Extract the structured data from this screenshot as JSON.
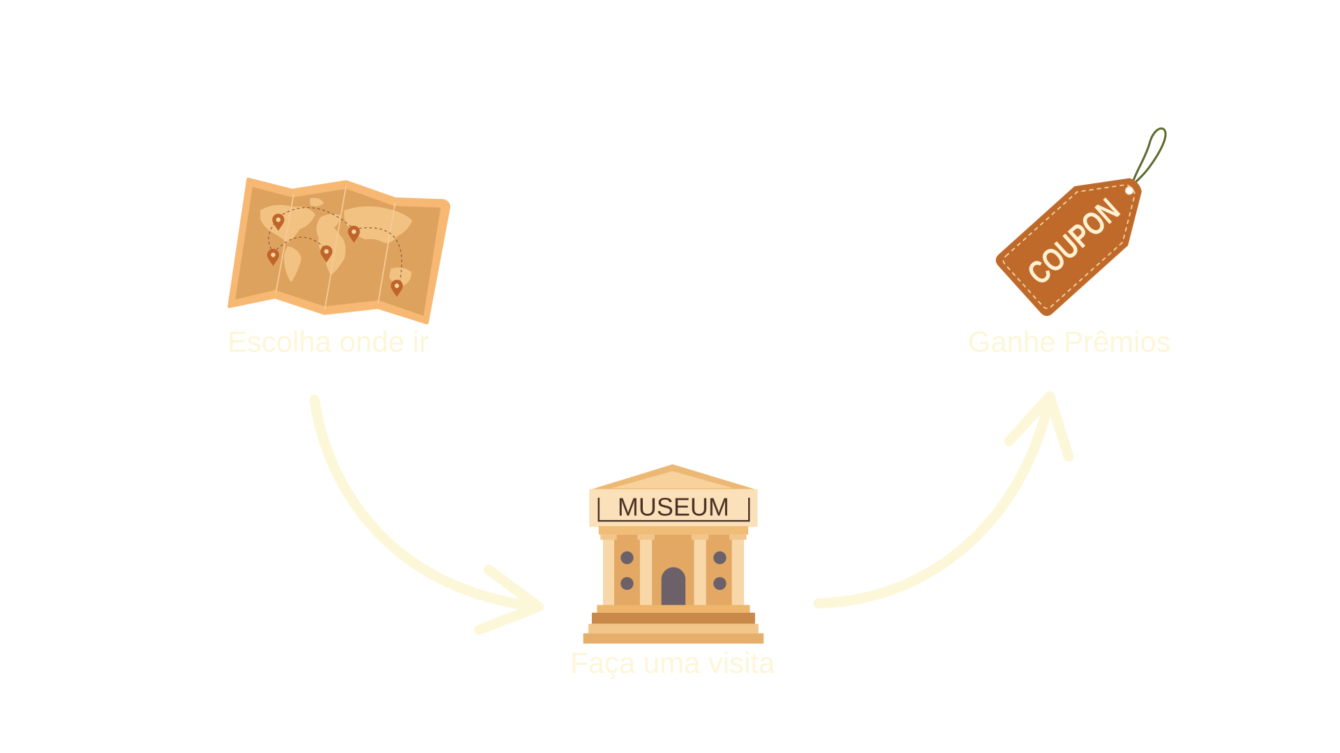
{
  "page": {
    "background": "#FFFFFF"
  },
  "colors": {
    "label": "#FEF6D8",
    "arrow": "#FDF7DA",
    "map_border": "#F6B872",
    "map_fill": "#DDA25E",
    "map_land": "#F2C282",
    "pin": "#C0652A",
    "coupon": "#BF6A2A",
    "coupon_string": "#5E6B2E",
    "museum_body": "#E3A964",
    "museum_sign": "#FBE1B9",
    "museum_dark": "#6C6169"
  },
  "steps": [
    {
      "label": "Escolha onde ir",
      "icon": "map-icon"
    },
    {
      "label": "Faça uma visita",
      "icon": "museum-icon",
      "sign_text": "MUSEUM"
    },
    {
      "label": "Ganhe Prêmios",
      "icon": "coupon-icon",
      "tag_text": "COUPON"
    }
  ],
  "arrows": [
    {
      "icon": "curved-arrow-icon"
    },
    {
      "icon": "curved-arrow-icon"
    }
  ]
}
